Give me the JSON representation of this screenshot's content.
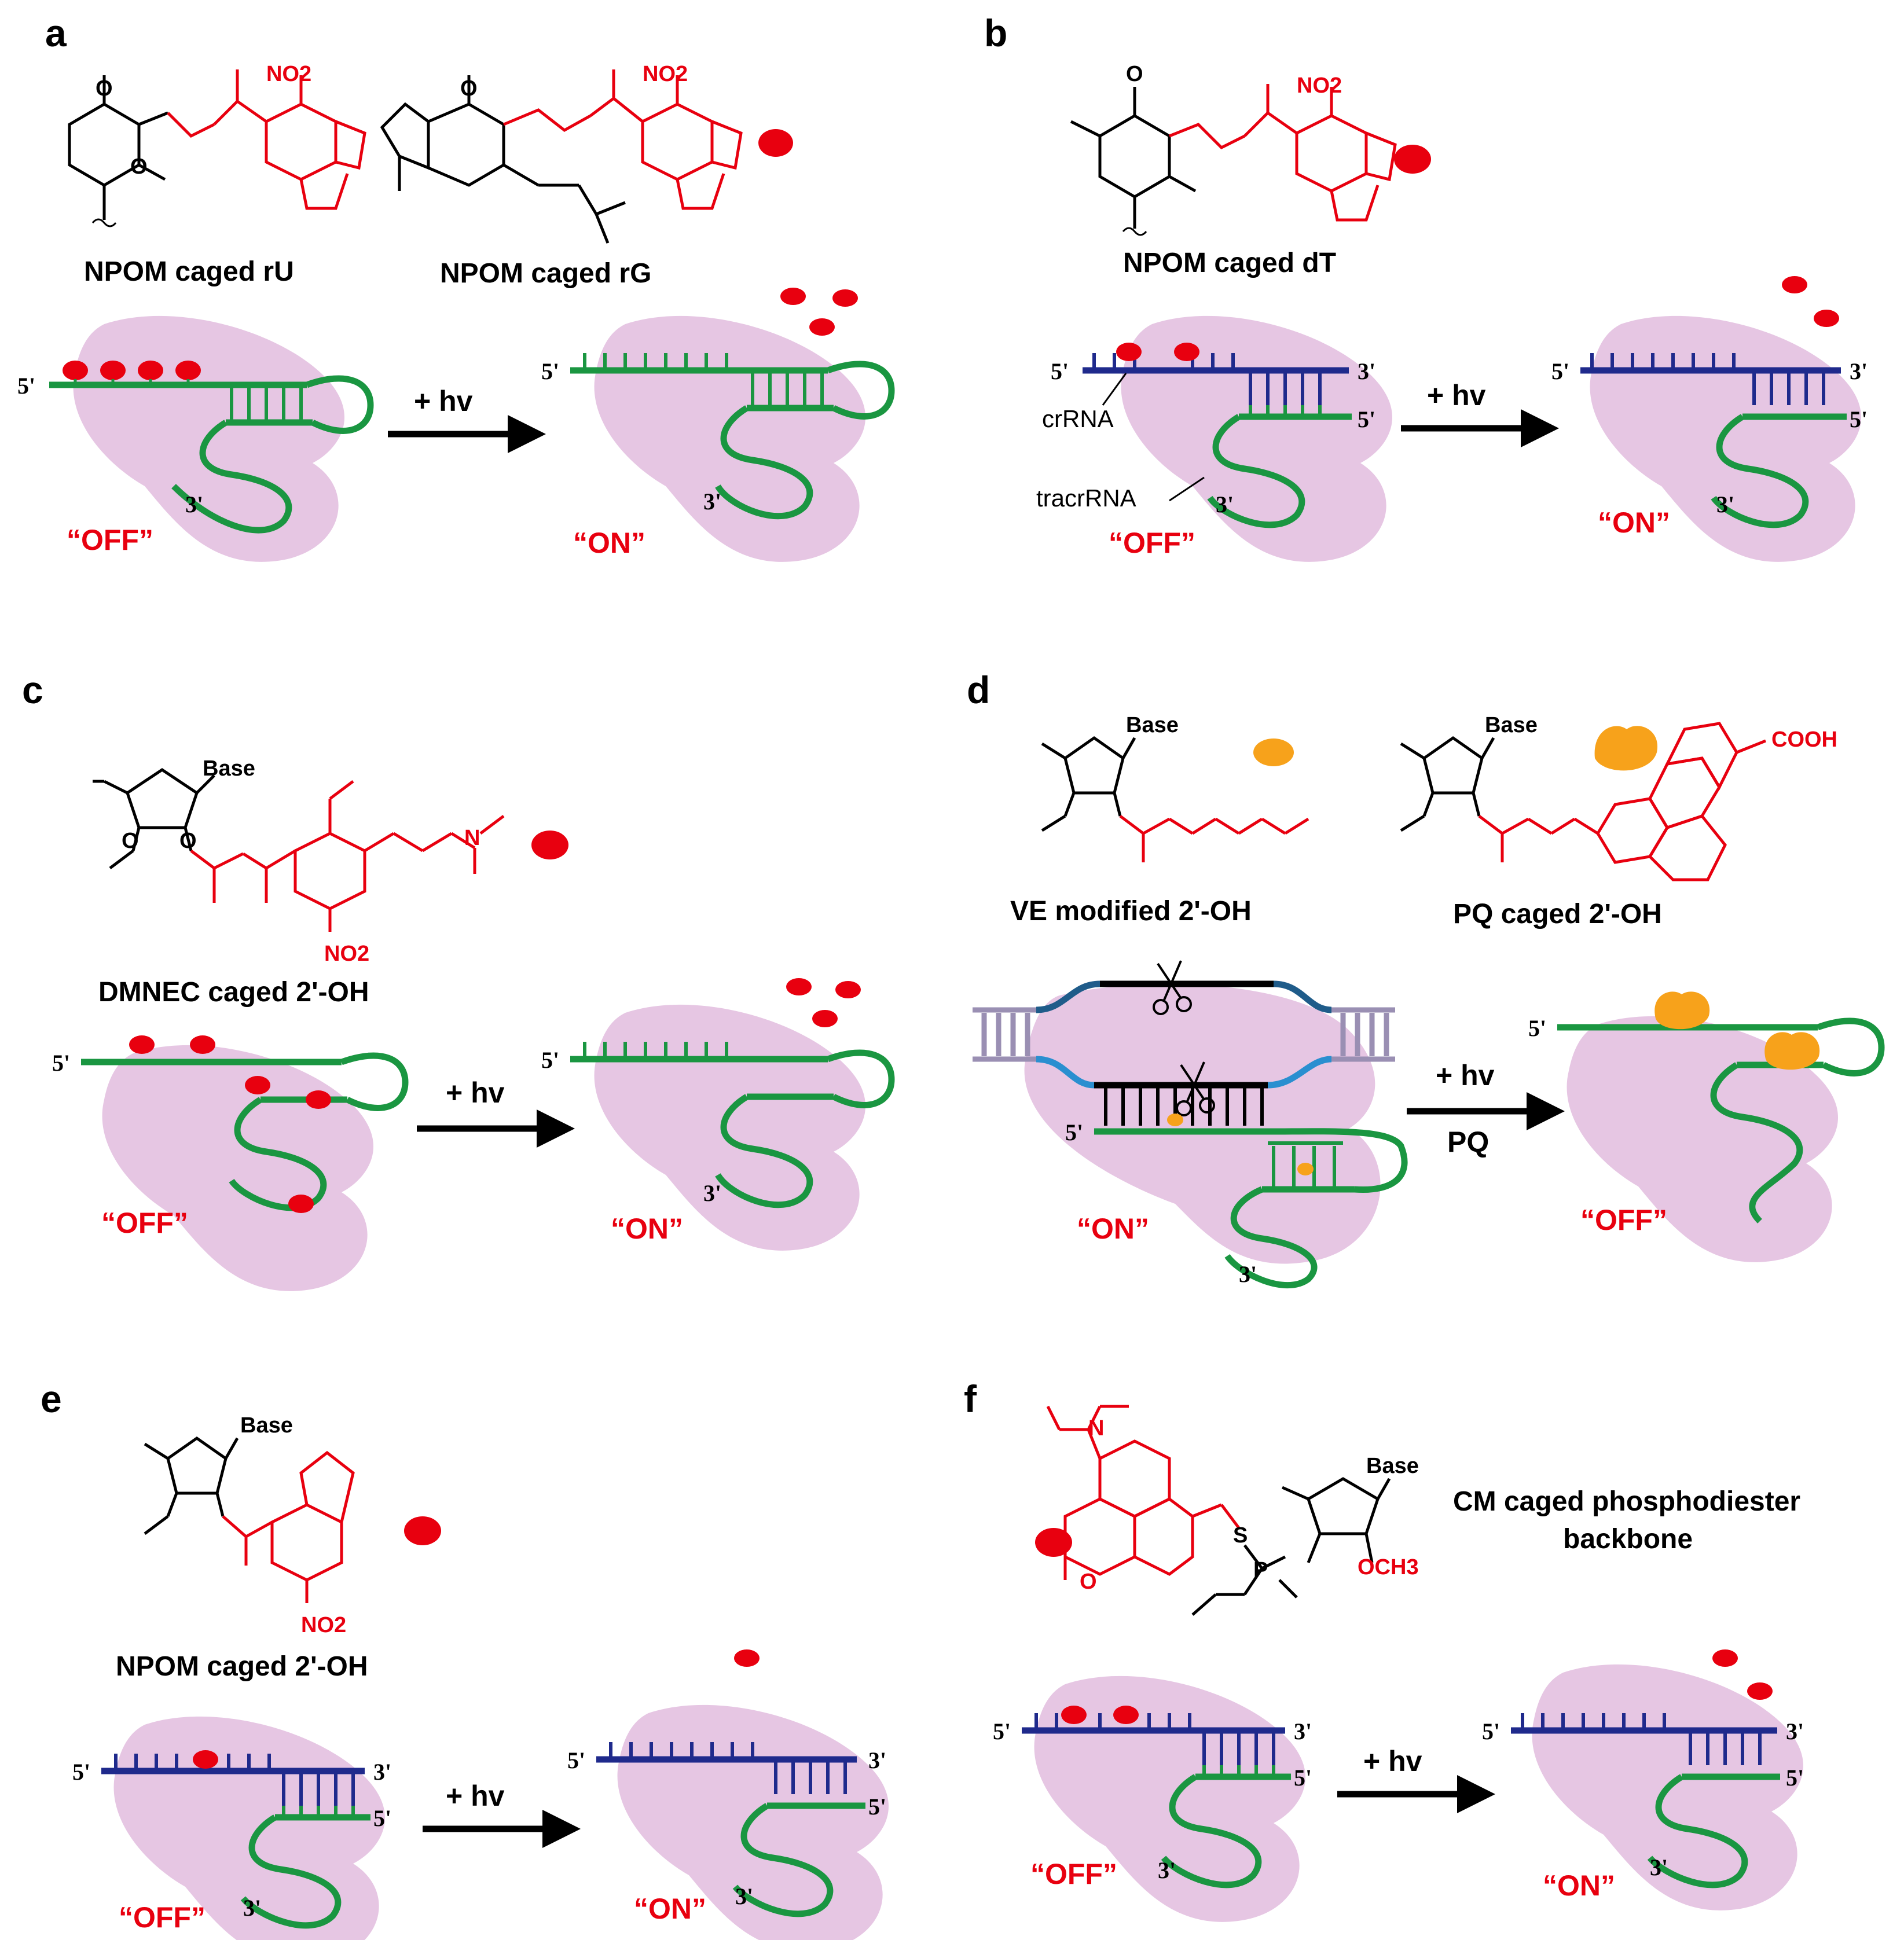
{
  "panels": {
    "a": {
      "label": "a",
      "molecules": [
        "NPOM caged rU",
        "NPOM caged rG"
      ],
      "off": "“OFF”",
      "on": "“ON”",
      "hv": "+ hv"
    },
    "b": {
      "label": "b",
      "molecules": [
        "NPOM caged dT"
      ],
      "crRNA": "crRNA",
      "tracrRNA": "tracrRNA",
      "off": "“OFF”",
      "on": "“ON”",
      "hv": "+ hv"
    },
    "c": {
      "label": "c",
      "molecules": [
        "DMNEC caged 2'-OH"
      ],
      "off": "“OFF”",
      "on": "“ON”",
      "hv": "+ hv"
    },
    "d": {
      "label": "d",
      "molecules": [
        "VE modified 2'-OH",
        "PQ caged 2'-OH"
      ],
      "on": "“ON”",
      "off": "“OFF”",
      "hv": "+ hv",
      "reagent": "PQ"
    },
    "e": {
      "label": "e",
      "molecules": [
        "NPOM caged 2'-OH"
      ],
      "off": "“OFF”",
      "on": "“ON”",
      "hv": "+ hv"
    },
    "f": {
      "label": "f",
      "molecules": [
        "CM caged phosphodiester",
        "backbone"
      ],
      "off": "“OFF”",
      "on": "“ON”",
      "hv": "+ hv"
    }
  },
  "atoms": {
    "no2": "NO2",
    "o": "O",
    "n": "N",
    "s": "S",
    "p": "P",
    "base": "Base",
    "cooh": "COOH",
    "och3": "OCH3"
  },
  "ends": {
    "five": "5'",
    "three": "3'"
  },
  "colors": {
    "cas9": "#e6c6e3",
    "guide": "#1a9641",
    "crRNA": "#1f2a8c",
    "cage": "#e8000f",
    "ve": "#f7a21b",
    "dna": "#9a8fb3"
  }
}
